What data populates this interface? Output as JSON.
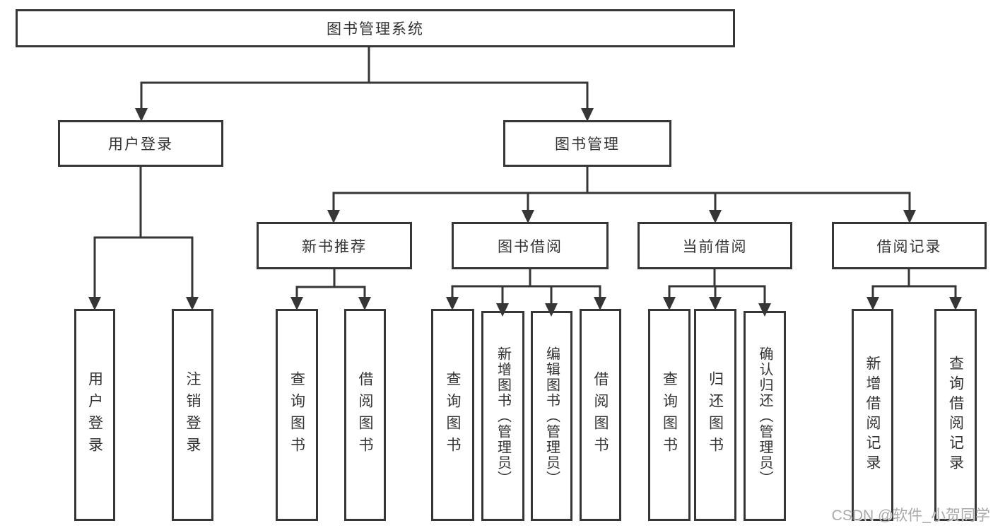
{
  "colors": {
    "line": "#363636",
    "box_border": "#363636",
    "box_background": "#ffffff",
    "text": "#333333",
    "watermark": "#a9a9a9",
    "page_background": "#ffffff"
  },
  "watermark": {
    "text": "CSDN @软件_小贺同学"
  },
  "tree": {
    "root": {
      "label": "图书管理系统"
    },
    "branches": [
      {
        "label": "用户登录",
        "children": [
          {
            "label": "用户登录"
          },
          {
            "label": "注销登录"
          }
        ]
      },
      {
        "label": "图书管理",
        "children": [
          {
            "label": "新书推荐",
            "children": [
              {
                "label": "查询图书"
              },
              {
                "label": "借阅图书"
              }
            ]
          },
          {
            "label": "图书借阅",
            "children": [
              {
                "label": "查询图书"
              },
              {
                "label": "新增图书（管理员）"
              },
              {
                "label": "编辑图书（管理员）"
              },
              {
                "label": "借阅图书"
              }
            ]
          },
          {
            "label": "当前借阅",
            "children": [
              {
                "label": "查询图书"
              },
              {
                "label": "归还图书"
              },
              {
                "label": "确认归还（管理员）"
              }
            ]
          },
          {
            "label": "借阅记录",
            "children": [
              {
                "label": "新增借阅记录"
              },
              {
                "label": "查询借阅记录"
              }
            ]
          }
        ]
      }
    ]
  }
}
